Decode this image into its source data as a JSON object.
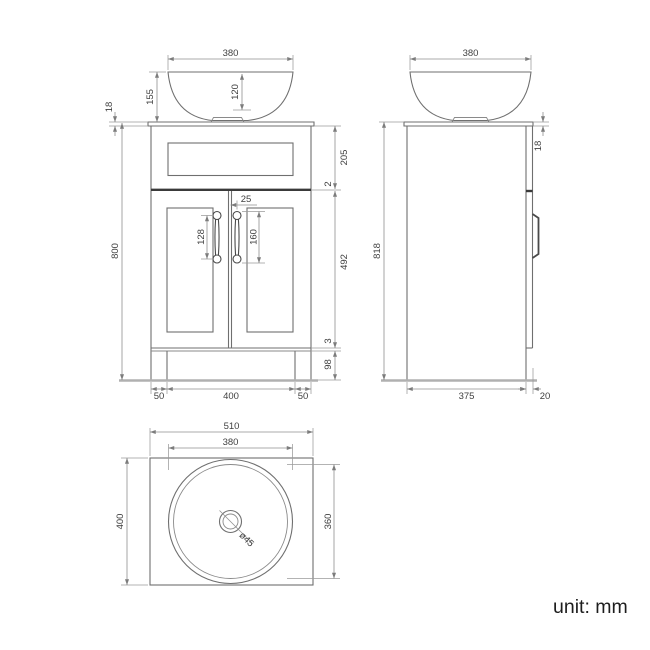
{
  "unit_label": "unit: mm",
  "colors": {
    "line": "#6f6f6f",
    "dim_text": "#3f3f3f",
    "dark_accent": "#3a3a3a",
    "background": "#ffffff"
  },
  "views": {
    "front": {
      "dims": {
        "bowl_width": "380",
        "bowl_height": "155",
        "basin_inner_depth": "120",
        "countertop_thickness": "18",
        "overall_height": "800",
        "drawer_front_height": "205",
        "drawer_door_gap": "2",
        "handle_to_gap": "25",
        "left_handle_centres": "128",
        "right_handle_length": "160",
        "door_height": "492",
        "door_plinth_gap": "3",
        "plinth_height": "98",
        "plinth_inset_left": "50",
        "plinth_width": "400",
        "plinth_inset_right": "50"
      }
    },
    "side": {
      "dims": {
        "bowl_width": "380",
        "countertop_thickness": "18",
        "overall_height": "818",
        "cabinet_depth": "375",
        "door_thickness": "20"
      }
    },
    "top": {
      "dims": {
        "countertop_width": "510",
        "basin_outer_diameter": "380",
        "countertop_depth": "400",
        "basin_inner_diameter": "360",
        "drain_diameter": "ø45"
      }
    }
  }
}
